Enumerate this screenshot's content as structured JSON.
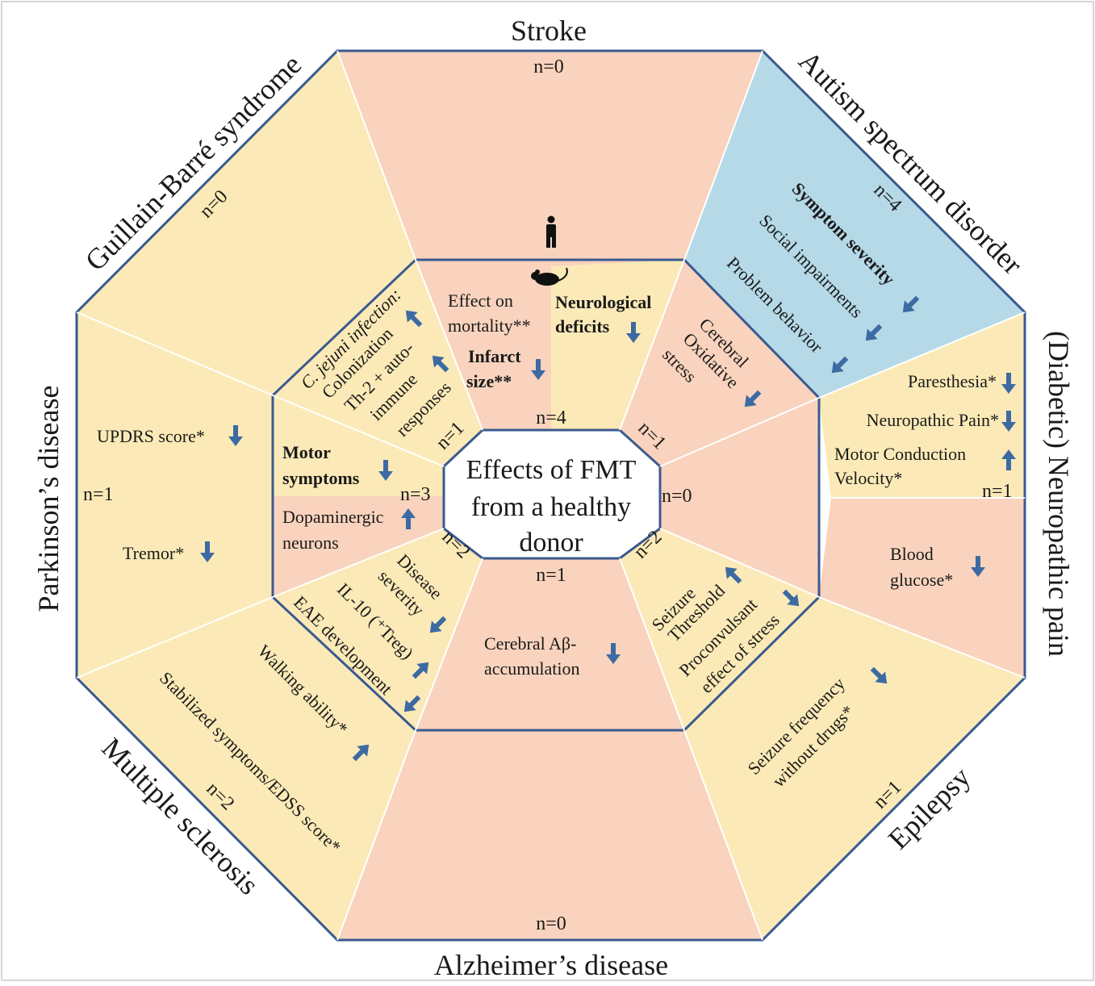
{
  "center": [
    "Effects of FMT",
    "from a healthy",
    "donor"
  ],
  "icons": {
    "human": "human-figure-icon",
    "rodent": "rodent-icon"
  },
  "colors": {
    "salmon": "#f9d3bd",
    "yellow": "#fbeab7",
    "blue": "#b5d9e7",
    "border": "#3a5a8f",
    "arrow": "#3d6aa2"
  },
  "sections": {
    "stroke": {
      "title": "Stroke",
      "n_human": "n=0",
      "n_animal": "n=4",
      "outcomes": [
        "Effect on",
        "mortality**",
        "Neurological",
        "deficits",
        "Infarct",
        "size**"
      ]
    },
    "autism": {
      "title": "Autism spectrum disorder",
      "n": "n=4",
      "outcomes": [
        "Symptom severity",
        "Social impairments",
        "Problem behavior"
      ]
    },
    "oxidative": {
      "n": "n=1",
      "outcomes": [
        "Cerebral",
        "Oxidative",
        "stress"
      ]
    },
    "neuropathic": {
      "title": "(Diabetic) Neuropathic pain",
      "n_human": "n=1",
      "n_animal": "n=0",
      "outcomes": [
        "Paresthesia*",
        "Neuropathic Pain*",
        "Motor Conduction",
        "Velocity*",
        "Blood",
        "glucose*"
      ]
    },
    "epilepsy": {
      "title": "Epilepsy",
      "n_human": "n=1",
      "n_animal": "n=2",
      "outcomes": [
        "Seizure",
        "Threshold",
        "Proconvulsant",
        "effect of stress",
        "Seizure frequency",
        "without drugs*"
      ]
    },
    "alzheimer": {
      "title": "Alzheimer’s disease",
      "n_human": "n=0",
      "n_animal": "n=1",
      "outcomes": [
        "Cerebral Aβ-",
        "accumulation"
      ]
    },
    "ms": {
      "title": "Multiple sclerosis",
      "n_human": "n=2",
      "n_animal": "n=2",
      "outcomes": [
        "Disease",
        "severity",
        "IL-10 (⁺Treg)",
        "EAE development",
        "Walking ability*",
        "Stabilized symptoms/EDSS score*"
      ]
    },
    "parkinson": {
      "title": "Parkinson’s disease",
      "n_human": "n=1",
      "n_animal": "n=3",
      "outcomes": [
        "UPDRS score*",
        "Tremor*",
        "Motor",
        "symptoms",
        "Dopaminergic",
        "neurons"
      ]
    },
    "gbs": {
      "title": "Guillain-Barré syndrome",
      "n_human": "n=0",
      "n_animal": "n=1",
      "outcomes": [
        "C. jejuni infection:",
        "Colonization",
        "Th-2 + auto-",
        "immune",
        "responses"
      ]
    }
  }
}
